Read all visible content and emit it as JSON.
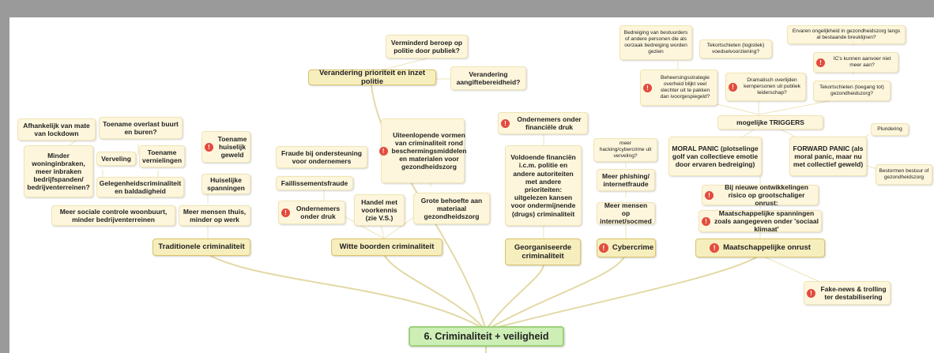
{
  "root": "6. Criminaliteit + veiligheid",
  "branches": {
    "traditioneel": "Traditionele criminaliteit",
    "witteboorden": "Witte boorden criminaliteit",
    "georganiseerd": "Georganiseerde criminaliteit",
    "cybercrime": "Cybercrime",
    "onrust": "Maatschappelijke onrust"
  },
  "politie": {
    "category": "Verandering prioriteit en inzet politie",
    "beroep": "Verminderd beroep op politie door publiek?",
    "aangifte": "Verandering aangiftebereidheid?"
  },
  "traditioneel": {
    "lockdown": "Afhankelijk van mate van lockdown",
    "overlast": "Toename overlast buurt en buren?",
    "huiselijk": "Toename huiselijk geweld",
    "woning": "Minder woninginbraken, meer inbraken bedrijfspanden/ bedrijventerreinen?",
    "verveling": "Verveling",
    "vernielingen": "Toename vernielingen",
    "gelegenheid": "Gelegenheidscriminaliteit en baldadigheid",
    "spanningen": "Huiselijke spanningen",
    "controle": "Meer sociale controle woonbuurt, minder bedrijventerreinen",
    "thuis": "Meer mensen thuis, minder op werk"
  },
  "witteboorden": {
    "fraude": "Fraude bij ondersteuning voor ondernemers",
    "faillissement": "Faillissementsfraude",
    "ondernemers": "Ondernemers onder druk",
    "handel": "Handel met voorkennis (zie V.S.)",
    "vormen": "Uiteenlopende vormen van criminaliteit rond beschermingsmiddelen en materialen voor gezondheidszorg",
    "behoefte": "Grote behoefte aan materiaal gezondheidszorg"
  },
  "georganiseerd": {
    "druk": "Ondernemers onder financiële druk",
    "kansen": "Voldoende financiën i.c.m. politie en andere autoriteiten met andere prioriteiten: uitgelezen kansen voor ondermijnende (drugs) criminaliteit"
  },
  "cyber": {
    "verveling": "meer hacking/cybercrime uit verveling?",
    "phishing": "Meer phishing/ internetfraude",
    "internet": "Meer mensen op internet/socmed"
  },
  "onrust": {
    "bedreiging": "Bedreiging van bestuurders of andere personen die als oorzaak bedreiging worden gezien",
    "voedsel": "Tekortschieten (logistiek) voedselvoorziening?",
    "ongelijkheid": "Ervaren ongelijkheid in gezondheidszorg langs al bestaande breuklijnen?",
    "ic": "IC's kunnen aanvoer niet meer aan?",
    "strategie": "Beheersingsstrategie overheid blijkt veel slechter uit te pakken dan ivoorgespiegeld?",
    "overlijden": "Dramatisch overlijden kernpersonen uit publiek leiderschap?",
    "toegang": "Tekortschieten (toegang tot) gezondheidszorg?",
    "triggers": "mogelijke TRIGGERS",
    "moral": "MORAL PANIC (plotselinge golf van collectieve emotie door ervaren bedreiging)",
    "forward": "FORWARD PANIC (als moral panic, maar nu met collectief geweld)",
    "plundering": "Plundering",
    "bestormen": "Bestormen bestuur of gezondheidszorg",
    "risico": "Bij nieuwe ontwikkelingen risico op grootschaliger onrust:",
    "spanningen": "Maatschappelijke spanningen zoals aangegeven onder 'sociaal klimaat'",
    "fakenews": "Fake-news & trolling ter destabilisering"
  }
}
